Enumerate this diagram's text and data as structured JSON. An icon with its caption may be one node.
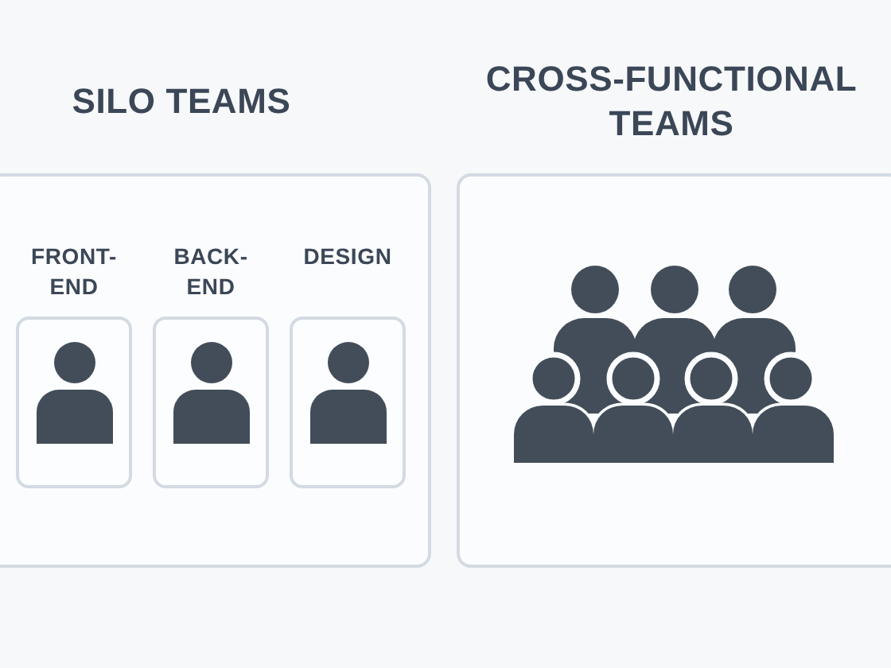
{
  "diagram": {
    "nodes": [
      {
        "text": [
          "SILO TEAMS"
        ]
      },
      {
        "text": [
          "FRONT-END"
        ],
        "in": 0
      },
      {
        "text": [
          "BACK-END"
        ],
        "in": 0
      },
      {
        "text": [
          "DESIGN"
        ],
        "in": 0
      },
      {
        "text": [
          "CROSS-FUNCTIONAL TEAMS"
        ]
      }
    ]
  }
}
